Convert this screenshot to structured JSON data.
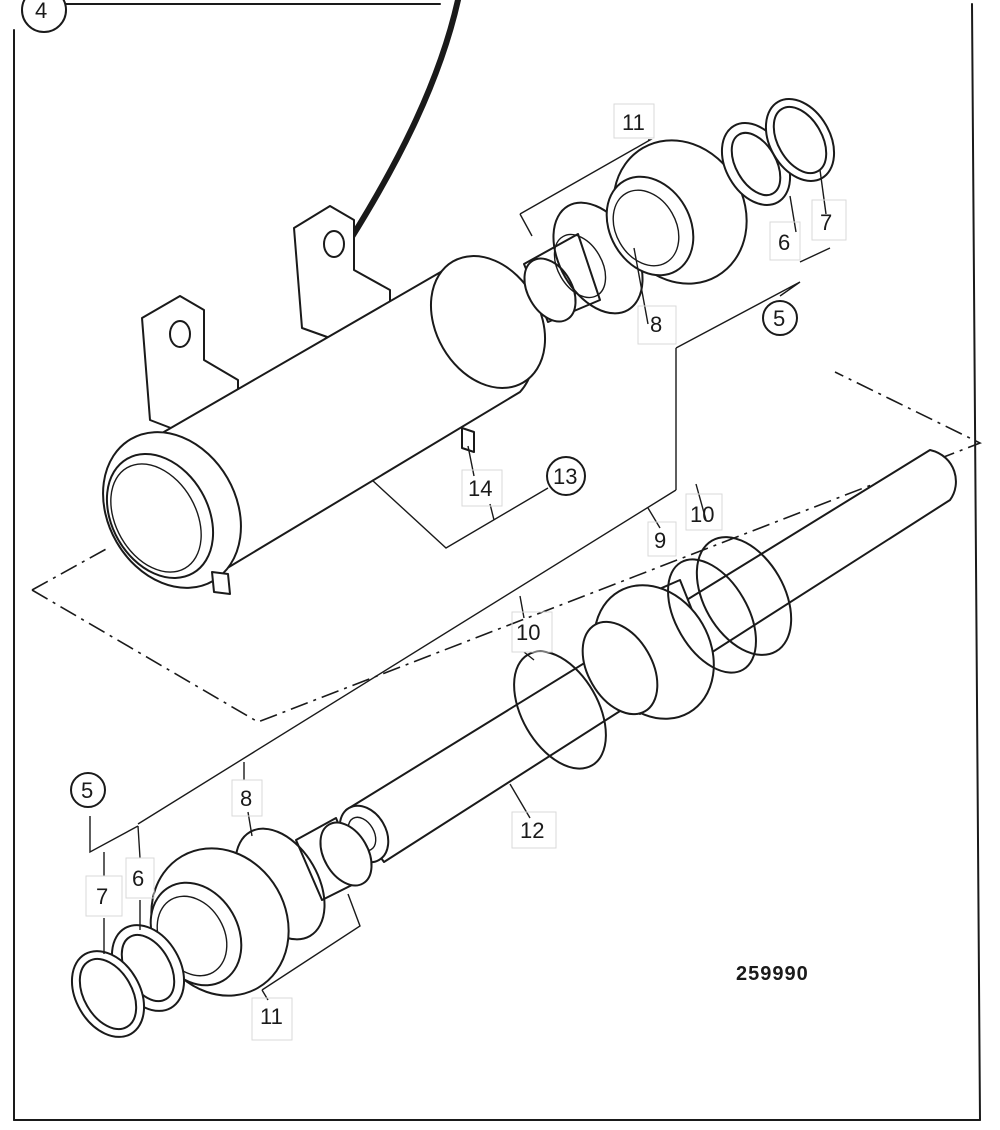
{
  "labels": {
    "callout_4": "4",
    "callout_5_top": "5",
    "callout_5_bottom": "5",
    "callout_13": "13",
    "part_6_top": "6",
    "part_7_top": "7",
    "part_8_top": "8",
    "part_11_top": "11",
    "part_14": "14",
    "part_9": "9",
    "part_10_right": "10",
    "part_10_mid": "10",
    "part_12": "12",
    "part_8_bottom": "8",
    "part_6_bottom": "6",
    "part_7_bottom": "7",
    "part_11_bottom": "11",
    "drawing_number": "259990"
  }
}
